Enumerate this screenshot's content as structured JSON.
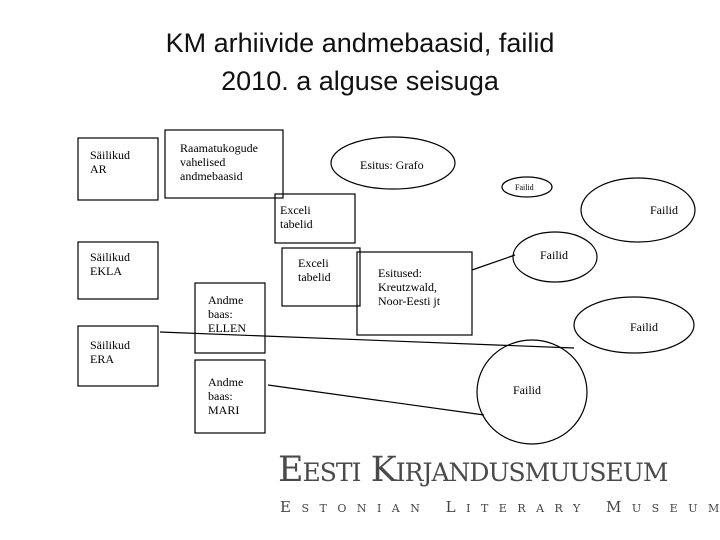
{
  "title_line1": "KM arhiivide andmebaasid, failid",
  "title_line2": "2010. a alguse seisuga",
  "labels": {
    "sailikud_ar": "Säilikud\nAR",
    "raamatukogude": "Raamatukogude\nvahelised\nandmebaasid",
    "esitus_grafo": "Esitus: Grafo",
    "failid_tiny": "Failid",
    "exceli_tabelid_1": "Exceli\ntabelid",
    "failid_1": "Failid",
    "sailikud_ekla": "Säilikud\nEKLA",
    "exceli_tabelid_2": "Exceli\ntabelid",
    "esitused": "Esitused:\nKreutzwald,\nNoor-Eesti jt",
    "failid_2": "Failid",
    "andme_ellen": "Andme\nbaas:\nELLEN",
    "failid_3": "Failid",
    "sailikud_era": "Säilikud\nERA",
    "andme_mari": "Andme\nbaas:\nMARI",
    "failid_4": "Failid"
  },
  "logo": {
    "line1": "Eesti Kirjandusmuuseum",
    "line2": "Estonian Literary Museum"
  }
}
